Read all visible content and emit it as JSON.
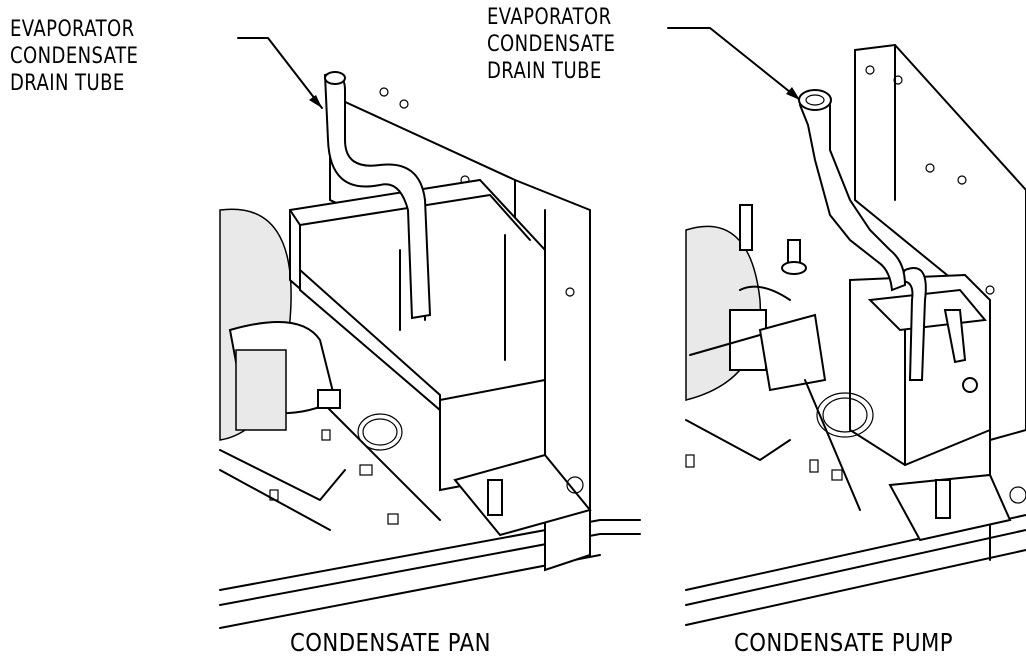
{
  "left_panel": {
    "callout_line1": "EVAPORATOR",
    "callout_line2": "CONDENSATE",
    "callout_line3": "DRAIN TUBE",
    "caption": "CONDENSATE PAN"
  },
  "right_panel": {
    "callout_line1": "EVAPORATOR",
    "callout_line2": "CONDENSATE",
    "callout_line3": "DRAIN TUBE",
    "caption": "CONDENSATE PUMP"
  }
}
